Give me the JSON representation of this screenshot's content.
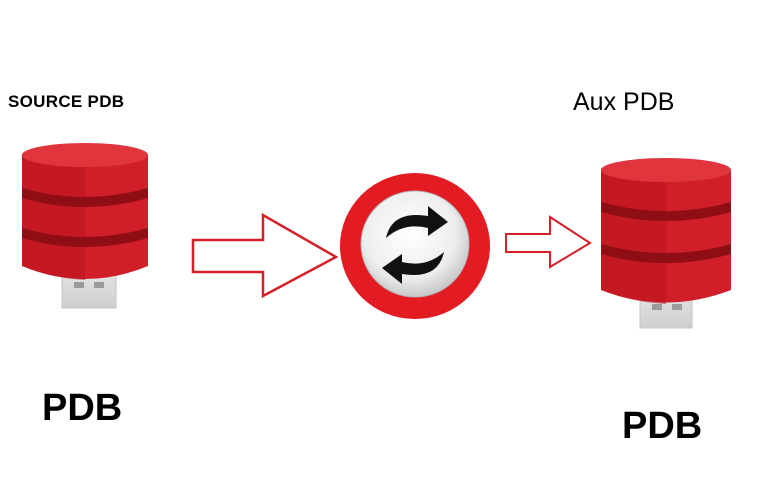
{
  "labels": {
    "source": "SOURCE PDB",
    "aux": "Aux PDB",
    "pdb_left": "PDB",
    "pdb_right": "PDB"
  },
  "icons": {
    "source_database": "database-icon",
    "target_database": "database-icon",
    "arrow_left": "arrow-right-outline-icon",
    "arrow_right": "arrow-right-outline-icon",
    "sync": "sync-refresh-icon"
  },
  "colors": {
    "db_red": "#d11f2a",
    "db_band": "#8f0d14",
    "db_top": "#e0353d",
    "arrow_stroke": "#d62027",
    "ring": "#e31b23",
    "connector": "#d9d9d9",
    "sync_arrows": "#111111"
  }
}
